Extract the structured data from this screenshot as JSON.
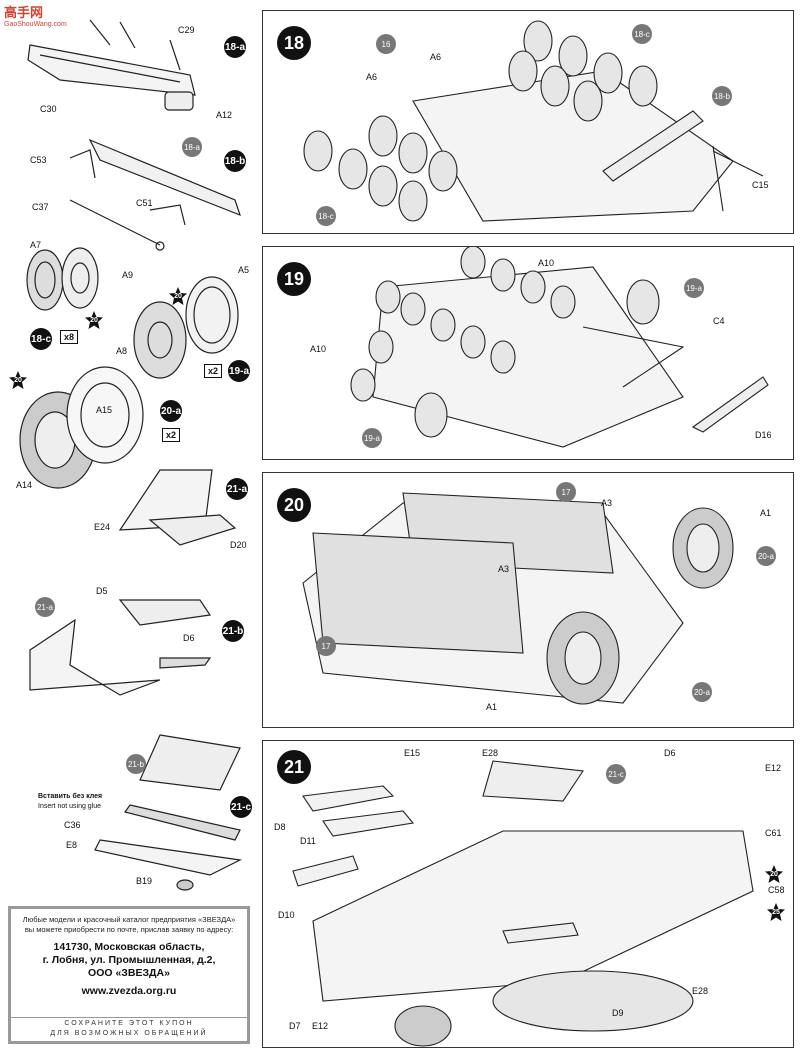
{
  "logo": {
    "title": "高手网",
    "url": "GaoShouWang.com"
  },
  "steps": {
    "s18": {
      "number": "18"
    },
    "s19": {
      "number": "19"
    },
    "s20": {
      "number": "20"
    },
    "s21": {
      "number": "21"
    }
  },
  "left": {
    "a18": {
      "ref": "18-a",
      "parts": [
        "C29",
        "C30",
        "A12"
      ]
    },
    "b18": {
      "ref": "18-b",
      "parts": [
        "C53",
        "C37",
        "C51"
      ],
      "sub": "18-a"
    },
    "c18": {
      "ref": "18-c",
      "qty": "x8",
      "parts": [
        "A7",
        "A9"
      ],
      "star": "20"
    },
    "a19": {
      "ref": "19-a",
      "qty": "x2",
      "parts": [
        "A5",
        "A8"
      ],
      "star": "20"
    },
    "a20": {
      "ref": "20-a",
      "qty": "x2",
      "parts": [
        "A15",
        "A14"
      ],
      "star": "20"
    },
    "a21": {
      "ref": "21-a",
      "parts": [
        "E24",
        "D20"
      ]
    },
    "b21": {
      "ref": "21-b",
      "parts": [
        "D5",
        "D6"
      ],
      "sub": "21-a"
    },
    "c21": {
      "ref": "21-c",
      "parts": [
        "C36",
        "E8",
        "B19"
      ],
      "sub": "21-b",
      "note_ru": "Вставить без клея",
      "note_en": "Insert not using glue"
    }
  },
  "panel18": {
    "parts": [
      "16",
      "A6",
      "A6",
      "C15"
    ],
    "refs": [
      "18-c",
      "18-b",
      "18-c"
    ]
  },
  "panel19": {
    "parts": [
      "A10",
      "A10",
      "C4",
      "D16"
    ],
    "refs": [
      "19-a",
      "19-a"
    ]
  },
  "panel20": {
    "parts": [
      "17",
      "A3",
      "A3",
      "A1",
      "A1",
      "17"
    ],
    "refs": [
      "20-a",
      "20-a"
    ]
  },
  "panel21": {
    "parts": [
      "E15",
      "E28",
      "D6",
      "E12",
      "D8",
      "D11",
      "C61",
      "D10",
      "C58",
      "D7",
      "E12",
      "D9",
      "E28"
    ],
    "ref": "21-c",
    "stars": [
      "20",
      "25"
    ]
  },
  "coupon": {
    "line1": "Любые модели и красочный каталог предприятия «ЗВЕЗДА»",
    "line2": "вы можете приобрести по почте, прислав заявку по адресу:",
    "addr1": "141730, Московская область,",
    "addr2": "г. Лобня, ул. Промышленная, д.2,",
    "addr3": "ООО «ЗВЕЗДА»",
    "url": "www.zvezda.org.ru",
    "footer1": "СОХРАНИТЕ ЭТОТ КУПОН",
    "footer2": "ДЛЯ ВОЗМОЖНЫХ ОБРАЩЕНИЙ"
  }
}
